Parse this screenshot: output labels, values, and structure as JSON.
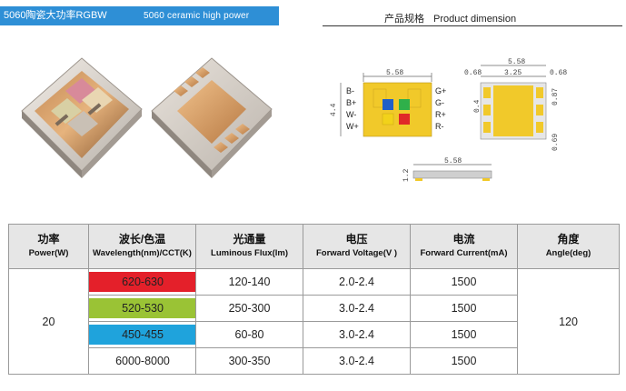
{
  "header": {
    "title_cn": "5060陶瓷大功率RGBW",
    "title_en": "5060 ceramic high power RGBW"
  },
  "product_dimension": {
    "title_cn": "产品规格",
    "title_en": "Product dimension",
    "top_width": "5.58",
    "height": "4.4",
    "pins_left": [
      "B-",
      "B+",
      "W-",
      "W+"
    ],
    "pins_right": [
      "G+",
      "G-",
      "R+",
      "R-"
    ],
    "back_width": "5.58",
    "back_left": "0.68",
    "back_center": "3.25",
    "back_right": "0.68",
    "back_v1": "0.4",
    "back_v2": "0.87",
    "back_v3": "0.69",
    "side_width": "5.58",
    "side_height": "1.2",
    "colors": {
      "blue": "#1f5fc8",
      "green": "#2fb04a",
      "yellow": "#f2d21a",
      "red": "#e02828",
      "pad": "#f1c92a"
    }
  },
  "table": {
    "headers": [
      {
        "cn": "功率",
        "en": "Power(W)"
      },
      {
        "cn": "波长/色温",
        "en": "Wavelength(nm)/CCT(K)"
      },
      {
        "cn": "光通量",
        "en": "Luminous Flux(lm)"
      },
      {
        "cn": "电压",
        "en": "Forward Voltage(V )"
      },
      {
        "cn": "电流",
        "en": "Forward Current(mA)"
      },
      {
        "cn": "角度",
        "en": "Angle(deg)"
      }
    ],
    "power": "20",
    "angle": "120",
    "rows": [
      {
        "wavelength": "620-630",
        "flux": "120-140",
        "voltage": "2.0-2.4",
        "current": "1500"
      },
      {
        "wavelength": "520-530",
        "flux": "250-300",
        "voltage": "3.0-2.4",
        "current": "1500"
      },
      {
        "wavelength": "450-455",
        "flux": "60-80",
        "voltage": "3.0-2.4",
        "current": "1500"
      },
      {
        "wavelength": "6000-8000",
        "flux": "300-350",
        "voltage": "3.0-2.4",
        "current": "1500"
      }
    ],
    "row_colors": [
      "#e4202a",
      "#9ac335",
      "#1fa3dc",
      ""
    ]
  }
}
